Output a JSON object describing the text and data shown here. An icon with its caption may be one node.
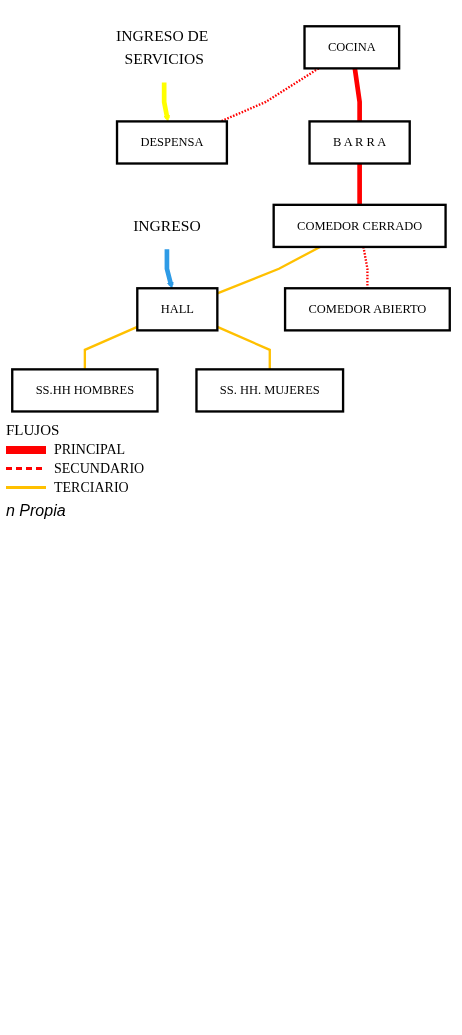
{
  "diagram": {
    "caption": "n Propia",
    "nodes": [
      {
        "text": [
          "COCINA"
        ]
      },
      {
        "text": [
          "DESPENSA"
        ]
      },
      {
        "text": [
          "B A R R A"
        ]
      },
      {
        "text": [
          "COMEDOR CERRADO"
        ]
      },
      {
        "text": [
          "HALL"
        ]
      },
      {
        "text": [
          "COMEDOR ABIERTO"
        ]
      },
      {
        "text": [
          "SS.HH HOMBRES"
        ]
      },
      {
        "text": [
          "SS. HH. MUJERES"
        ]
      },
      {
        "text": [
          "INGRESO DE SERVICIOS"
        ]
      },
      {
        "text": [
          "INGRESO"
        ]
      }
    ],
    "edges": [
      {
        "from": 0,
        "to": 1,
        "arrow": "none",
        "style": "dashed"
      },
      {
        "from": 0,
        "to": 2,
        "arrow": "none",
        "style": "thick"
      },
      {
        "from": 2,
        "to": 3,
        "arrow": "none",
        "style": "thick"
      },
      {
        "from": 3,
        "to": 4,
        "arrow": "none",
        "color": "#ffc000"
      },
      {
        "from": 3,
        "to": 5,
        "arrow": "none",
        "style": "dashed"
      },
      {
        "from": 4,
        "to": 6,
        "arrow": "none",
        "color": "#ffc000"
      },
      {
        "from": 4,
        "to": 7,
        "arrow": "none",
        "color": "#ffc000"
      },
      {
        "from": 8,
        "to": 1,
        "arrow": "to",
        "style": "thick",
        "color": "#ffff00"
      },
      {
        "from": 9,
        "to": 4,
        "arrow": "to",
        "style": "thick",
        "color": "#2e9be6"
      }
    ],
    "labels": [
      "FLUJOS"
    ],
    "legend": [
      {
        "text": "PRINCIPAL"
      },
      {
        "text": "SECUNDARIO"
      },
      {
        "text": "TERCIARIO"
      }
    ]
  }
}
